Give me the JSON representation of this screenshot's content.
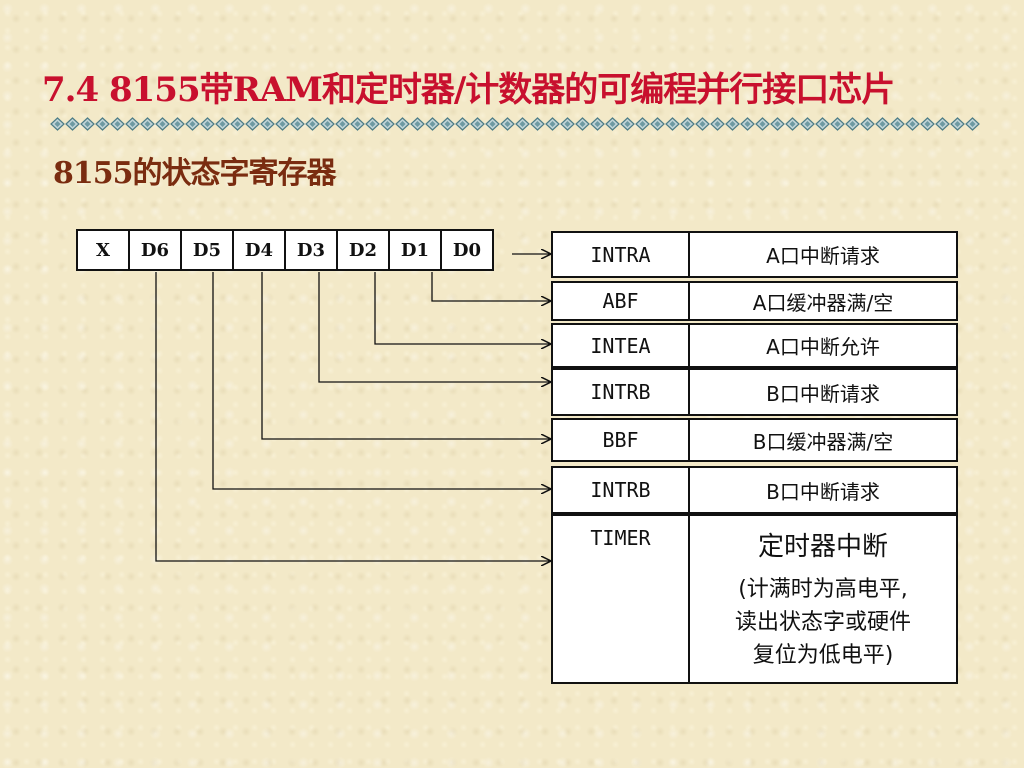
{
  "title": "7.4  8155带RAM和定时器/计数器的可编程并行接口芯片",
  "subtitle": "8155的状态字寄存器",
  "bits": [
    "X",
    "D6",
    "D5",
    "D4",
    "D3",
    "D2",
    "D1",
    "D0"
  ],
  "rows": [
    {
      "reg": "INTRA",
      "desc": "A口中断请求"
    },
    {
      "reg": "ABF",
      "desc": "A口缓冲器满/空"
    },
    {
      "reg": "INTEA",
      "desc": "A口中断允许"
    },
    {
      "reg": "INTRB",
      "desc": "B口中断请求"
    },
    {
      "reg": "BBF",
      "desc": "B口缓冲器满/空"
    },
    {
      "reg": "INTRB",
      "desc": "B口中断请求"
    }
  ],
  "timer": {
    "reg": "TIMER",
    "desc": "定时器中断",
    "note": [
      "(计满时为高电平,",
      "读出状态字或硬件",
      "复位为低电平)"
    ]
  },
  "colors": {
    "title": "#c8102e",
    "subtitle": "#7a2c10",
    "background": "#f3e9c8",
    "divider": "#7fa3a8"
  }
}
